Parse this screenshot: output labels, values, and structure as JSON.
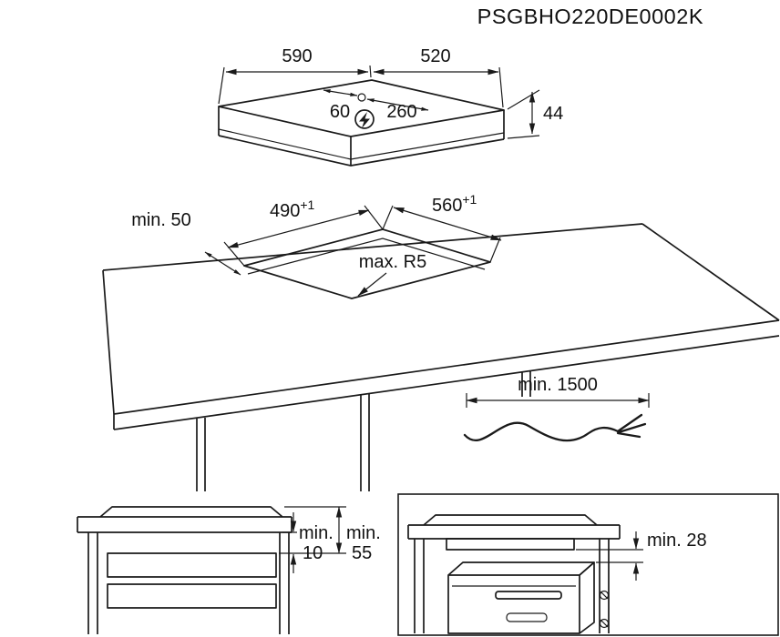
{
  "title": "PSGBHO220DE0002K",
  "colors": {
    "line": "#1a1a1a",
    "text": "#111111",
    "background": "#ffffff"
  },
  "hob_top_view": {
    "width_mm": "590",
    "depth_mm": "520",
    "connection_offset_mm": "60",
    "connection_span_mm": "260",
    "thickness_mm": "44",
    "power_icon": "lightning-bolt-icon"
  },
  "worktop_cutout": {
    "edge_clearance": "min. 50",
    "cutout_depth": "490",
    "cutout_depth_tolerance": "+1",
    "cutout_width": "560",
    "cutout_width_tolerance": "+1",
    "corner_radius": "max. R5"
  },
  "mains_cable": {
    "length": "min. 1500"
  },
  "drawer_installation": {
    "gap_label": "min.",
    "gap_value": "10",
    "depth_label": "min.",
    "depth_value": "55"
  },
  "oven_installation": {
    "clearance": "min. 28"
  }
}
